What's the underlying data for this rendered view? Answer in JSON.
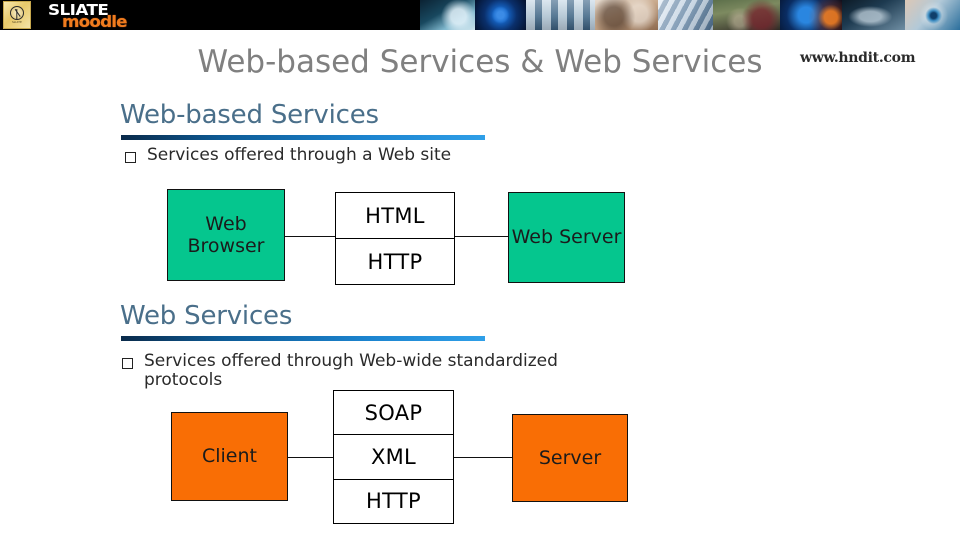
{
  "header": {
    "logo_badge_name": "sliate-crest-logo",
    "logo_badge_sub": "SLIATE",
    "wordmark_primary": "SLIATE",
    "wordmark_secondary": "moodle",
    "thumbnail_count": 9
  },
  "slide": {
    "title": "Web-based Services & Web Services",
    "watermark": "www.hndit.com",
    "title_color": "#808080"
  },
  "sections": [
    {
      "heading": "Web-based Services",
      "heading_color": "#4a6f8a",
      "bullets": [
        "Services offered through a Web site"
      ],
      "diagram": {
        "left_node": "Web Browser",
        "right_node": "Web Server",
        "node_color": "#05c68e",
        "protocol_stack": [
          "HTML",
          "HTTP"
        ]
      }
    },
    {
      "heading": "Web Services",
      "heading_color": "#4a6f8a",
      "bullets": [
        "Services offered through Web-wide standardized protocols"
      ],
      "diagram": {
        "left_node": "Client",
        "right_node": "Server",
        "node_color": "#f96e05",
        "protocol_stack": [
          "SOAP",
          "XML",
          "HTTP"
        ]
      }
    }
  ]
}
